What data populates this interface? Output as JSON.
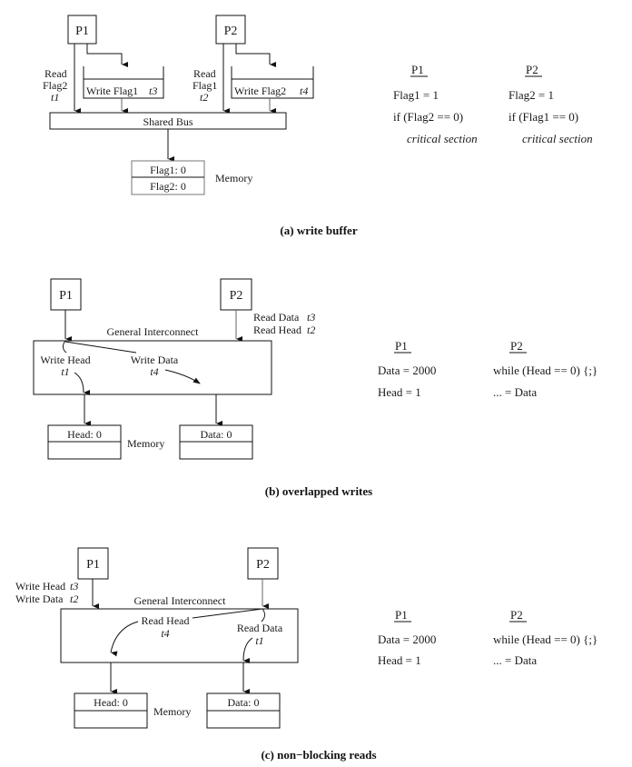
{
  "panels": [
    {
      "id": "a",
      "caption": "(a) write buffer",
      "processors": [
        "P1",
        "P2"
      ],
      "p1_read": [
        "Read",
        "Flag2",
        "t1"
      ],
      "p2_read": [
        "Read",
        "Flag1",
        "t2"
      ],
      "p1_buffer": {
        "label": "Write Flag1",
        "time": "t3"
      },
      "p2_buffer": {
        "label": "Write Flag2",
        "time": "t4"
      },
      "bus_label": "Shared Bus",
      "memory": {
        "label": "Memory",
        "cells": [
          "Flag1: 0",
          "Flag2: 0"
        ]
      },
      "code": {
        "p1": {
          "title": "P1",
          "lines": [
            "Flag1 = 1",
            "if (Flag2 == 0)",
            "critical section"
          ]
        },
        "p2": {
          "title": "P2",
          "lines": [
            "Flag2 = 1",
            "if (Flag1 == 0)",
            "critical section"
          ]
        }
      }
    },
    {
      "id": "b",
      "caption": "(b) overlapped writes",
      "processors": [
        "P1",
        "P2"
      ],
      "interconnect_label": "General Interconnect",
      "p2_ops": [
        {
          "label": "Read Data",
          "time": "t3"
        },
        {
          "label": "Read Head",
          "time": "t2"
        }
      ],
      "inner_ops": [
        {
          "label": "Write Head",
          "time": "t1"
        },
        {
          "label": "Write Data",
          "time": "t4"
        }
      ],
      "memory": {
        "label": "Memory",
        "cells": [
          "Head: 0",
          "Data: 0"
        ]
      },
      "code": {
        "p1": {
          "title": "P1",
          "lines": [
            "Data = 2000",
            "Head = 1"
          ]
        },
        "p2": {
          "title": "P2",
          "lines": [
            "while (Head == 0) {;}",
            "... = Data"
          ]
        }
      }
    },
    {
      "id": "c",
      "caption": "(c) non−blocking reads",
      "processors": [
        "P1",
        "P2"
      ],
      "interconnect_label": "General Interconnect",
      "p1_ops": [
        {
          "label": "Write Head",
          "time": "t3"
        },
        {
          "label": "Write Data",
          "time": "t2"
        }
      ],
      "inner_ops": [
        {
          "label": "Read Head",
          "time": "t4"
        },
        {
          "label": "Read Data",
          "time": "t1"
        }
      ],
      "memory": {
        "label": "Memory",
        "cells": [
          "Head: 0",
          "Data: 0"
        ]
      },
      "code": {
        "p1": {
          "title": "P1",
          "lines": [
            "Data = 2000",
            "Head = 1"
          ]
        },
        "p2": {
          "title": "P2",
          "lines": [
            "while (Head == 0) {;}",
            "... = Data"
          ]
        }
      }
    }
  ]
}
